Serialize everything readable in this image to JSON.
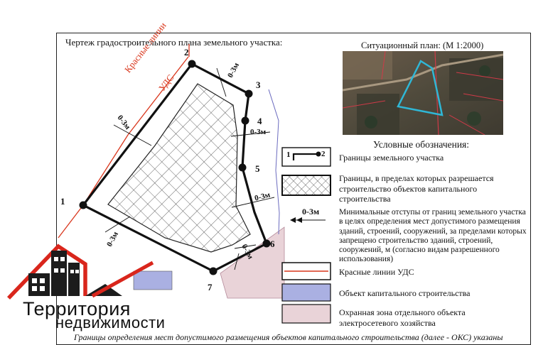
{
  "drawing_title": "Чертеж градостроительного плана земельного участка:",
  "situation_title": "Ситуационный план: (М 1:2000)",
  "red_lines_label": "Красные линии",
  "uds_label": "УДС",
  "point_numbers": [
    "1",
    "2",
    "3",
    "4",
    "5",
    "6",
    "7"
  ],
  "setback_label": "0-3м",
  "legend": {
    "title": "Условные обозначения:",
    "items": [
      {
        "key": "boundary",
        "symbol_left": "1",
        "symbol_right": "2",
        "text": "Границы земельного участка"
      },
      {
        "key": "build_zone",
        "text": "Границы, в пределах которых разрешается строительство объектов капитального строительства"
      },
      {
        "key": "setback",
        "symbol": "0-3м",
        "text": "Минимальные отступы от границ земельного участка в целях определения мест допустимого размещения зданий, строений, сооружений, за пределами которых запрещено строительство зданий, строений, сооружений, м (согласно видам разрешенного использования)"
      },
      {
        "key": "red_lines",
        "text": "Красные линии УДС"
      },
      {
        "key": "object",
        "text": "Объект капитального строительства"
      },
      {
        "key": "protect_zone",
        "text": "Охранная зона отдельного объекта электросетевого хозяйства"
      }
    ]
  },
  "logo": {
    "line1": "Территория",
    "line2": "недвижимости"
  },
  "footer": "Границы определения мест допустимого размещения объектов капитального строительства (далее - ОКС) указаны",
  "colors": {
    "red_line": "#d9361c",
    "object_fill": "#aab0e2",
    "zone_fill": "#e9d3d8",
    "parcel_outline": "#cc2d2d",
    "logo_red": "#d9261c"
  }
}
